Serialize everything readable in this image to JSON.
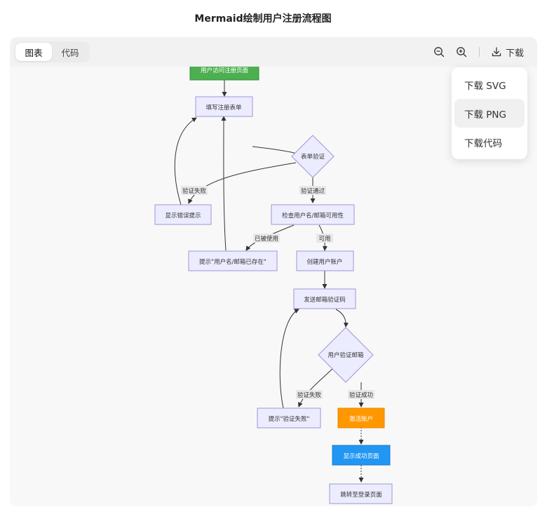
{
  "page": {
    "title": "Mermaid绘制用户注册流程图"
  },
  "toolbar": {
    "tabs": [
      {
        "label": "图表",
        "active": true
      },
      {
        "label": "代码",
        "active": false
      }
    ],
    "zoom_out_icon": "zoom-out-icon",
    "zoom_in_icon": "zoom-in-icon",
    "download_label": "下载"
  },
  "download_menu": {
    "items": [
      {
        "label": "下载 SVG"
      },
      {
        "label": "下载 PNG",
        "hovered": true
      },
      {
        "label": "下载代码"
      }
    ]
  },
  "colors": {
    "node_fill": "#ececff",
    "node_stroke": "#9f95d7",
    "green": "#4caf50",
    "orange": "#ff9800",
    "blue": "#2196f3"
  },
  "flowchart": {
    "nodes": {
      "start": "用户访问注册页面",
      "fill_form": "填写注册表单",
      "form_check": "表单验证",
      "show_error": "显示错误提示",
      "check_avail": "检查用户名/邮箱可用性",
      "exists_hint": "提示\"用户名/邮箱已存在\"",
      "create": "创建用户账户",
      "send_code": "发送邮箱验证码",
      "verify_email": "用户验证邮箱",
      "fail_hint": "提示\"验证失败\"",
      "activate": "激活账户",
      "success": "显示成功页面",
      "login": "跳转至登录页面"
    },
    "edge_labels": {
      "form_fail": "验证失败",
      "form_pass": "验证通过",
      "used": "已被使用",
      "available": "可用",
      "email_fail": "验证失败",
      "email_success": "验证成功"
    }
  }
}
